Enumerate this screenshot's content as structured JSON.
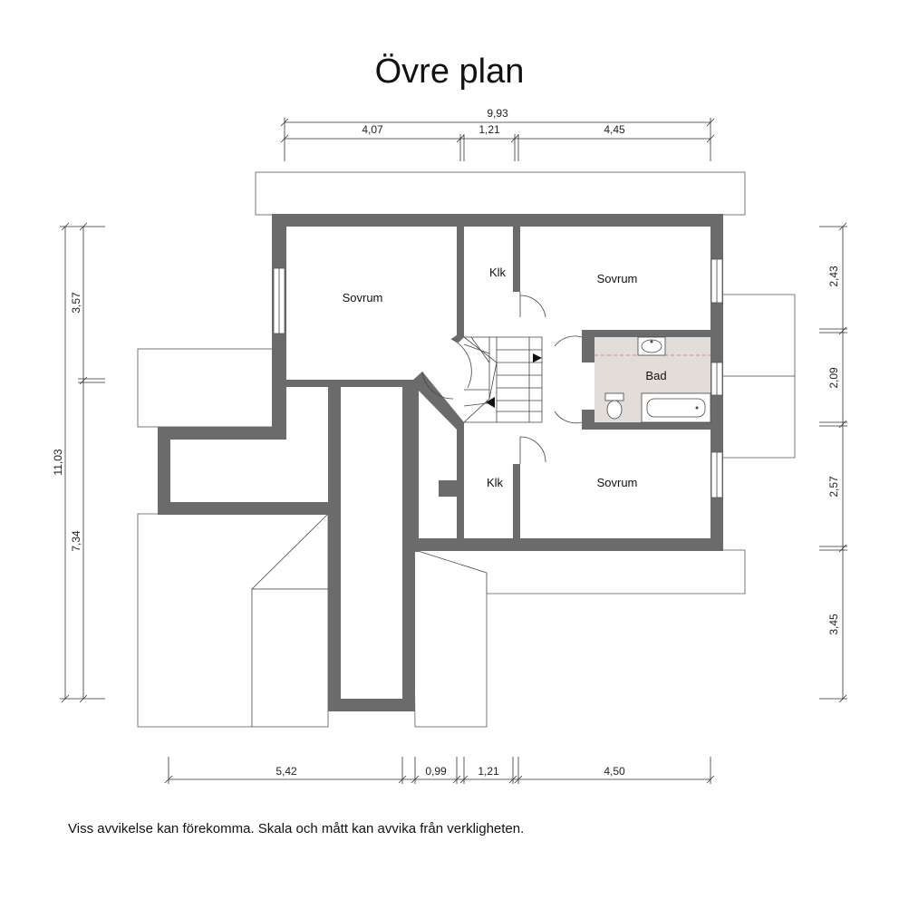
{
  "title": "Övre plan",
  "disclaimer": "Viss avvikelse kan förekomma. Skala och mått kan avvika från verkligheten.",
  "rooms": {
    "sovrum_nw": "Sovrum",
    "sovrum_ne": "Sovrum",
    "sovrum_se": "Sovrum",
    "klk_top": "Klk",
    "klk_bottom": "Klk",
    "bad": "Bad"
  },
  "dimensions": {
    "top_total": "9,93",
    "top_1": "4,07",
    "top_2": "1,21",
    "top_3": "4,45",
    "bottom_1": "5,42",
    "bottom_2": "0,99",
    "bottom_3": "1,21",
    "bottom_4": "4,50",
    "left_total": "11,03",
    "left_1": "3,57",
    "left_2": "7,34",
    "right_1": "2,43",
    "right_2": "2,09",
    "right_3": "2,57",
    "right_4": "3,45"
  },
  "colors": {
    "wall": "#6b6b6b",
    "bathroom_floor": "#e2ddd8"
  }
}
